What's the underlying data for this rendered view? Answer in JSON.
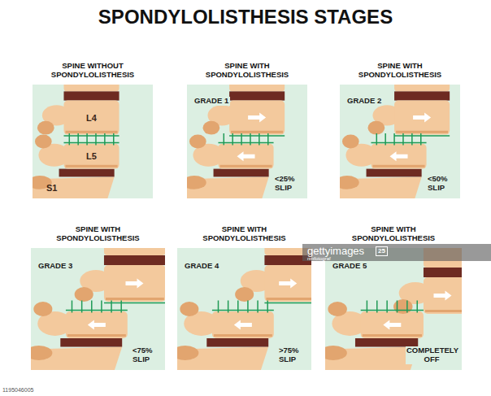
{
  "diagram": {
    "title": "SPONDYLOLISTHESIS STAGES",
    "nodes": [
      {
        "text": [
          "SPINE WITHOUT SPONDYLOLISTHESIS",
          "L4",
          "L5",
          "S1"
        ]
      },
      {
        "text": [
          "SPINE WITH SPONDYLOLISTHESIS",
          "GRADE 1",
          "<25% SLIP"
        ]
      },
      {
        "text": [
          "SPINE WITH SPONDYLOLISTHESIS",
          "GRADE 2",
          "<50% SLIP"
        ]
      },
      {
        "text": [
          "SPINE WITH SPONDYLOLISTHESIS",
          "GRADE 3",
          "<75% SLIP"
        ]
      },
      {
        "text": [
          "SPINE WITH SPONDYLOLISTHESIS",
          "GRADE 4",
          ">75% SLIP"
        ]
      },
      {
        "text": [
          "SPINE WITH SPONDYLOLISTHESIS",
          "GRADE 5",
          "COMPLETELY OFF"
        ]
      }
    ],
    "labels": [
      "gettyimages",
      "25",
      "nmfotograf",
      "1195046005"
    ]
  }
}
